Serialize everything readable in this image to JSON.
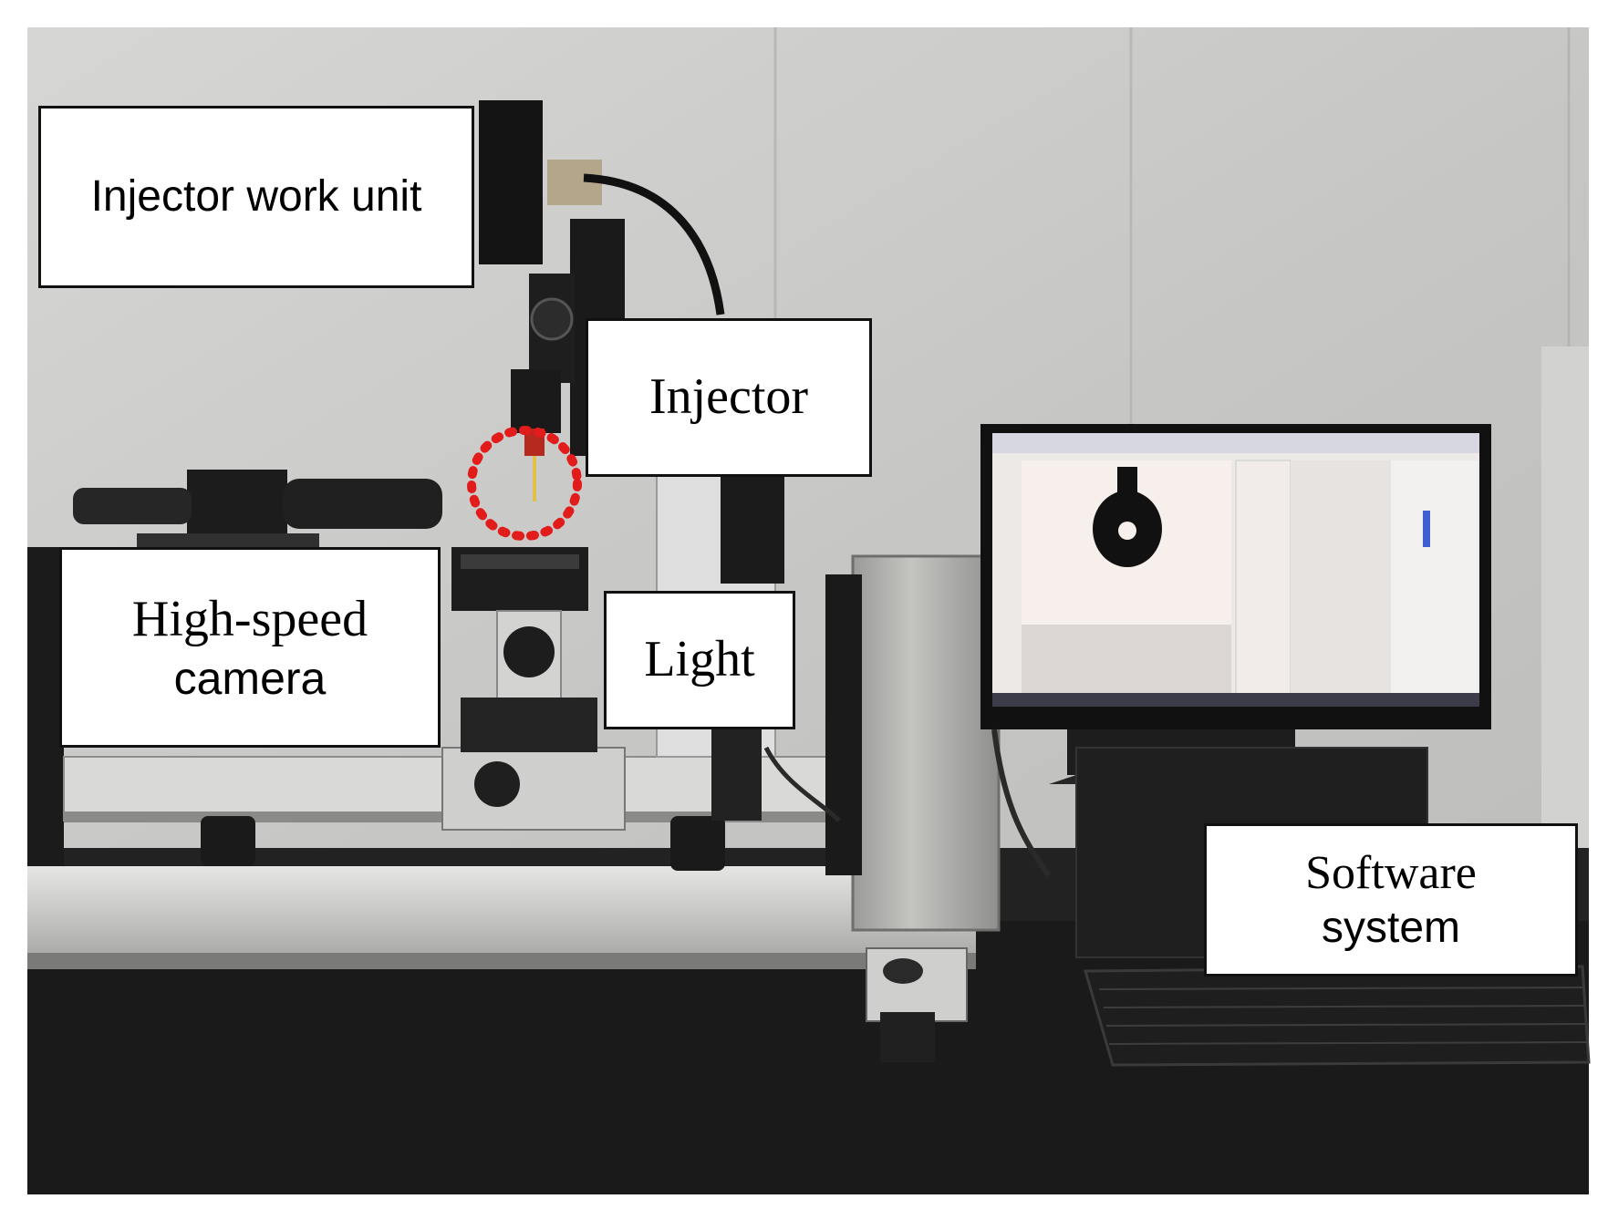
{
  "labels": {
    "injector_work_unit": "Injector work unit",
    "injector": "Injector",
    "high_speed_camera_line1": "High-speed",
    "high_speed_camera_line2": "camera",
    "light": "Light",
    "software_system_line1": "Software",
    "software_system_line2": "system"
  },
  "colors": {
    "wall": "#c9c9c7",
    "bench": "#1a1a1a",
    "highlight_circle": "#e21b1b",
    "monitor_screen": "#ece9e6",
    "frame": "#111111"
  },
  "icons": {
    "highlight_marker": "dashed-circle"
  }
}
